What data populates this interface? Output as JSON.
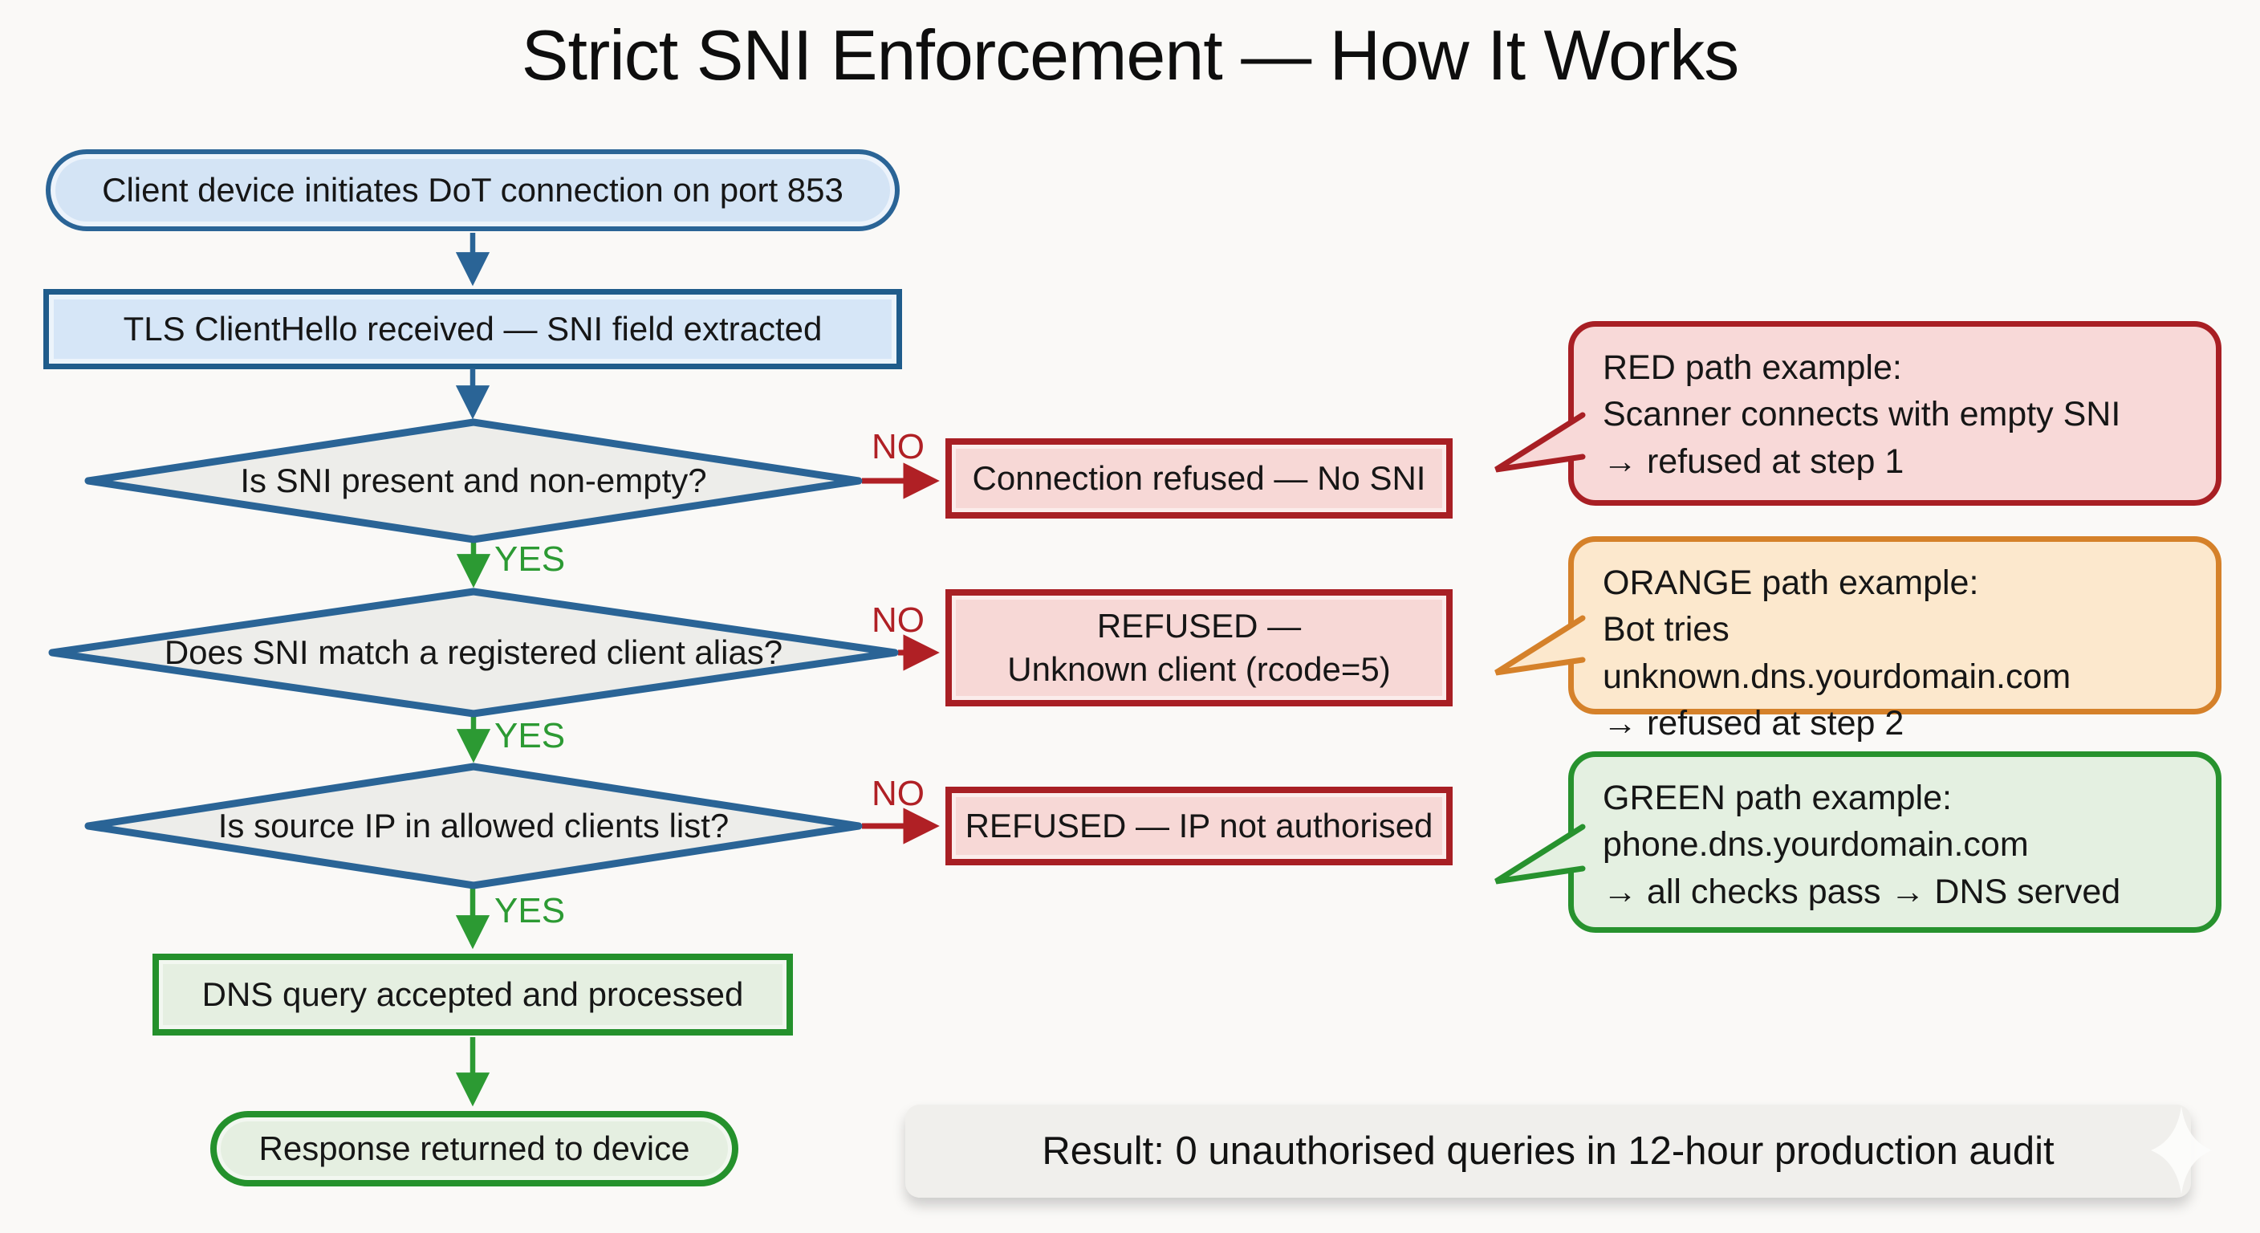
{
  "title": "Strict SNI Enforcement — How It Works",
  "flow": {
    "start": "Client device initiates DoT connection on port 853",
    "client_hello": "TLS ClientHello received — SNI field extracted",
    "decisions": [
      {
        "question": "Is SNI present and non-empty?",
        "no": "NO",
        "yes": "YES"
      },
      {
        "question": "Does SNI match a registered client alias?",
        "no": "NO",
        "yes": "YES"
      },
      {
        "question": "Is source IP in allowed clients list?",
        "no": "NO",
        "yes": "YES"
      }
    ],
    "refusals": [
      {
        "lines": [
          "Connection refused — No SNI"
        ]
      },
      {
        "lines": [
          "REFUSED —",
          "Unknown client (rcode=5)"
        ]
      },
      {
        "lines": [
          "REFUSED — IP not authorised"
        ]
      }
    ],
    "accepted": "DNS query accepted and processed",
    "response": "Response returned to device"
  },
  "callouts": [
    {
      "name": "red",
      "lines": [
        "RED path example:",
        "Scanner connects with empty SNI",
        "→ refused at step 1"
      ]
    },
    {
      "name": "orange",
      "lines": [
        "ORANGE path example:",
        "Bot tries unknown.dns.yourdomain.com",
        "→ refused at step 2"
      ]
    },
    {
      "name": "green",
      "lines": [
        "GREEN path example:",
        "phone.dns.yourdomain.com",
        "→ all checks pass → DNS served"
      ]
    }
  ],
  "result": "Result: 0 unauthorised queries in 12-hour production audit",
  "colors": {
    "blue_border": "#2a6496",
    "blue_fill": "#d4e4f5",
    "diamond_fill": "#ededea",
    "red_border": "#a81f24",
    "red_fill": "#f7d8d6",
    "green_border": "#24912c",
    "green_fill": "#e5efe1",
    "orange_border": "#d5812a",
    "orange_fill": "#fce8cd",
    "yes_label_color": "#2c9a33",
    "no_label_color": "#b02025",
    "result_bg": "#f0efec"
  }
}
